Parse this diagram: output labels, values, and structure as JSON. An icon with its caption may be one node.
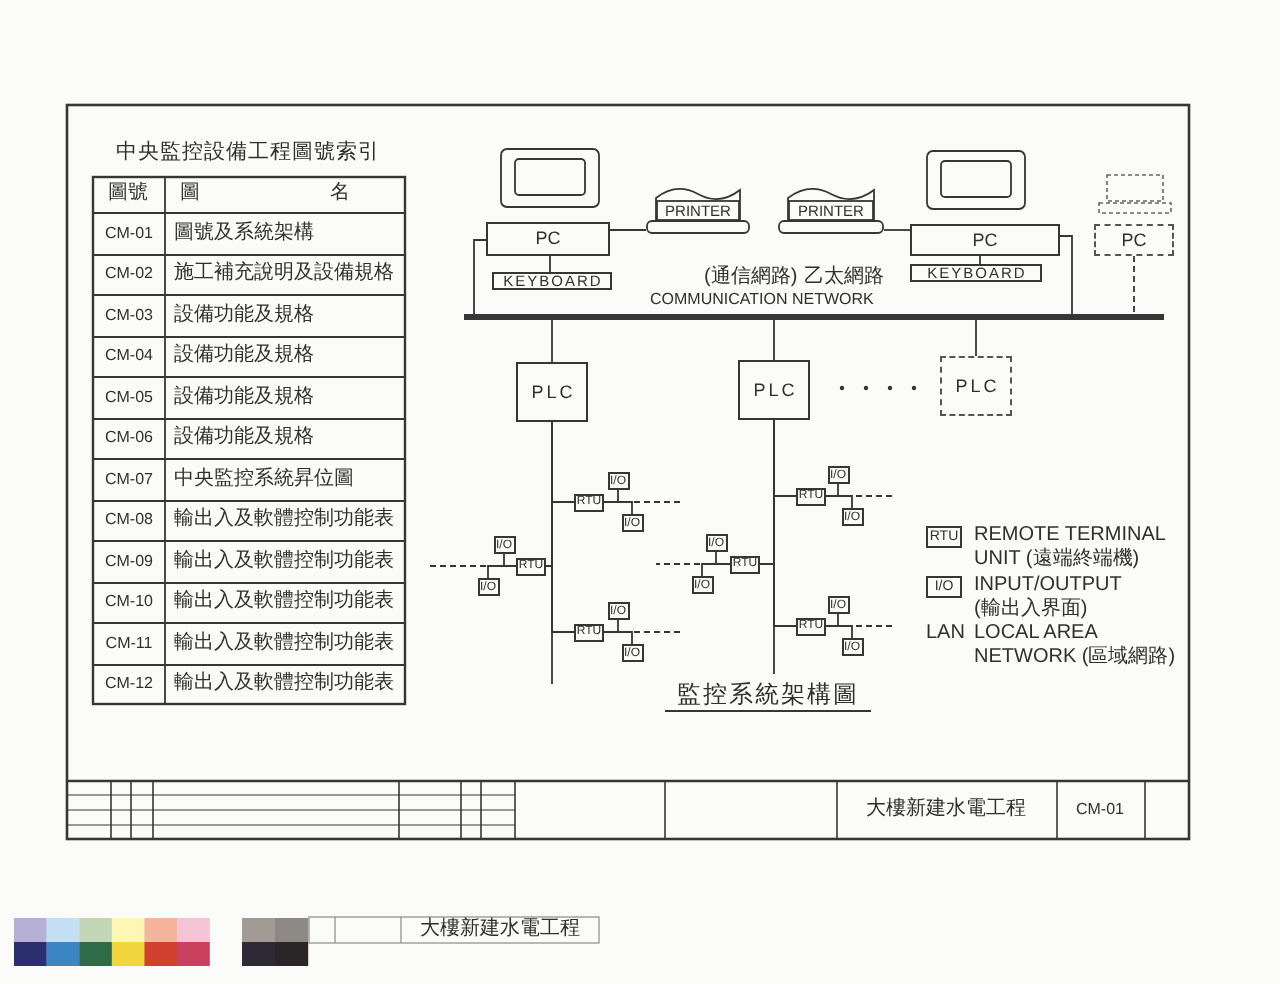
{
  "diagram": {
    "caption": "監控系統架構圖",
    "nodes": [
      {
        "text": [
          "PC"
        ]
      },
      {
        "text": [
          "PRINTER"
        ]
      },
      {
        "text": [
          "PRINTER"
        ]
      },
      {
        "text": [
          "PC"
        ]
      },
      {
        "text": [
          "PC"
        ]
      },
      {
        "text": [
          "KEYBOARD"
        ]
      },
      {
        "text": [
          "KEYBOARD"
        ]
      },
      {
        "text": [],
        "shape": "bar",
        "beside": [
          "(通信網路)",
          "乙太網路",
          "COMMUNICATION NETWORK"
        ]
      },
      {
        "text": [
          "PLC"
        ]
      },
      {
        "text": [
          "PLC"
        ]
      },
      {
        "text": [
          "PLC"
        ]
      },
      {
        "text": [
          "RTU"
        ]
      },
      {
        "text": [
          "I/O"
        ]
      },
      {
        "text": [
          "I/O"
        ]
      },
      {
        "text": [
          "RTU"
        ]
      },
      {
        "text": [
          "I/O"
        ]
      },
      {
        "text": [
          "I/O"
        ]
      },
      {
        "text": [
          "RTU"
        ]
      },
      {
        "text": [
          "I/O"
        ]
      },
      {
        "text": [
          "I/O"
        ]
      },
      {
        "text": [
          "RTU"
        ]
      },
      {
        "text": [
          "I/O"
        ]
      },
      {
        "text": [
          "I/O"
        ]
      },
      {
        "text": [
          "RTU"
        ]
      },
      {
        "text": [
          "I/O"
        ]
      },
      {
        "text": [
          "I/O"
        ]
      },
      {
        "text": [
          "RTU"
        ]
      },
      {
        "text": [
          "I/O"
        ]
      },
      {
        "text": [
          "I/O"
        ]
      },
      {
        "text": [
          "RTU"
        ],
        "beside": [
          "REMOTE TERMINAL UNIT (遠端終端機)"
        ]
      },
      {
        "text": [
          "I/O"
        ],
        "beside": [
          "INPUT/OUTPUT (輸出入界面)"
        ]
      }
    ],
    "edges": [
      {
        "from": 0,
        "to": 1,
        "arrow": "none"
      },
      {
        "from": 2,
        "to": 3,
        "arrow": "none"
      },
      {
        "from": 0,
        "to": 5,
        "arrow": "none"
      },
      {
        "from": 3,
        "to": 6,
        "arrow": "none"
      },
      {
        "from": 0,
        "to": 7,
        "arrow": "none"
      },
      {
        "from": 3,
        "to": 7,
        "arrow": "none"
      },
      {
        "from": 4,
        "to": 7,
        "arrow": "none",
        "style": "dashed"
      },
      {
        "from": 7,
        "to": 8,
        "arrow": "none"
      },
      {
        "from": 7,
        "to": 9,
        "arrow": "none"
      },
      {
        "from": 7,
        "to": 10,
        "arrow": "none"
      },
      {
        "from": 8,
        "to": 11,
        "arrow": "none"
      },
      {
        "from": 8,
        "to": 14,
        "arrow": "none"
      },
      {
        "from": 8,
        "to": 17,
        "arrow": "none"
      },
      {
        "from": 9,
        "to": 20,
        "arrow": "none"
      },
      {
        "from": 9,
        "to": 23,
        "arrow": "none"
      },
      {
        "from": 9,
        "to": 26,
        "arrow": "none"
      },
      {
        "from": 11,
        "to": 12,
        "arrow": "none"
      },
      {
        "from": 11,
        "to": 13,
        "arrow": "none"
      },
      {
        "from": 11,
        "to": null,
        "arrow": "none",
        "style": "dashed"
      },
      {
        "from": 14,
        "to": 15,
        "arrow": "none"
      },
      {
        "from": 14,
        "to": 16,
        "arrow": "none"
      },
      {
        "from": 14,
        "to": null,
        "arrow": "none",
        "style": "dashed"
      },
      {
        "from": 17,
        "to": 18,
        "arrow": "none"
      },
      {
        "from": 17,
        "to": 19,
        "arrow": "none"
      },
      {
        "from": 17,
        "to": null,
        "arrow": "none",
        "style": "dashed"
      },
      {
        "from": 20,
        "to": 21,
        "arrow": "none"
      },
      {
        "from": 20,
        "to": 22,
        "arrow": "none"
      },
      {
        "from": 20,
        "to": null,
        "arrow": "none",
        "style": "dashed"
      },
      {
        "from": 23,
        "to": 24,
        "arrow": "none"
      },
      {
        "from": 23,
        "to": 25,
        "arrow": "none"
      },
      {
        "from": 23,
        "to": null,
        "arrow": "none",
        "style": "dashed"
      },
      {
        "from": 26,
        "to": 27,
        "arrow": "none"
      },
      {
        "from": 26,
        "to": 28,
        "arrow": "none"
      },
      {
        "from": 26,
        "to": null,
        "arrow": "none",
        "style": "dashed"
      },
      {
        "from": 8,
        "to": null,
        "arrow": "none"
      },
      {
        "from": 9,
        "to": null,
        "arrow": "none"
      }
    ],
    "labels": [
      "中央監控設備工程圖號索引",
      "圖號",
      "圖 名",
      "CM-01",
      "圖號及系統架構",
      "CM-02",
      "施工補充說明及設備規格",
      "CM-03",
      "設備功能及規格",
      "CM-04",
      "設備功能及規格",
      "CM-05",
      "設備功能及規格",
      "CM-06",
      "設備功能及規格",
      "CM-07",
      "中央監控系統昇位圖",
      "CM-08",
      "輸出入及軟體控制功能表",
      "CM-09",
      "輸出入及軟體控制功能表",
      "CM-10",
      "輸出入及軟體控制功能表",
      "CM-11",
      "輸出入及軟體控制功能表",
      "CM-12",
      "輸出入及軟體控制功能表",
      "LAN",
      "LOCAL AREA NETWORK (區域網路)",
      "大樓新建水電工程",
      "CM-01",
      "大樓新建水電工程"
    ]
  }
}
